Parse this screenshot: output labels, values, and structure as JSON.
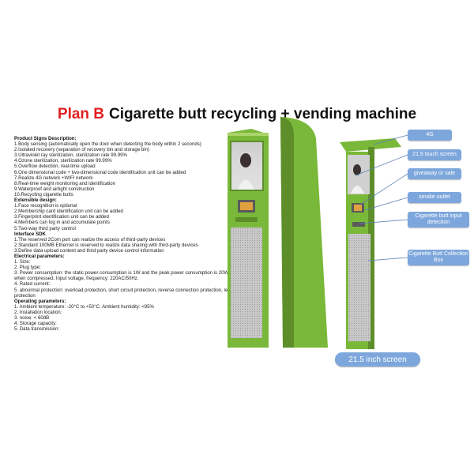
{
  "title": {
    "plan": "Plan B",
    "text": "Cigarette butt recycling + vending machine"
  },
  "specs": [
    {
      "heading": true,
      "text": "Product Signs Description:"
    },
    {
      "text": "1.Body sensing (automatically open the door when detecting the body within 2 seconds)"
    },
    {
      "text": "2.Isolated recovery (separation of recovery bin and storage bin)"
    },
    {
      "text": "3.Ultraviolet ray sterilization, sterilization rate 99.99%"
    },
    {
      "text": "4.Ozone sterilization, sterilization rate 99.99%"
    },
    {
      "text": "5.Overflow detection, real-time upload"
    },
    {
      "text": "6.One dimensional code + two-dimensional code identification unit can be added"
    },
    {
      "text": "7.Realize 4G network +WIFI network"
    },
    {
      "text": "8.Real-time weight monitoring and identification"
    },
    {
      "text": "9.Waterproof and airtight construction"
    },
    {
      "text": "10.Recycling cigarette butts"
    },
    {
      "heading": true,
      "text": "Extensible design:"
    },
    {
      "text": "1.Face recognition is optional"
    },
    {
      "text": "2.Membership card identification unit can be added"
    },
    {
      "text": "3.Fingerprint identification unit can be added"
    },
    {
      "text": "4.Members can log in and accumulate points"
    },
    {
      "text": "5.Two-way third party control"
    },
    {
      "heading": true,
      "text": "Interface SDK"
    },
    {
      "text": "1.The reserved 2Com port can realize the access of third-party devices"
    },
    {
      "text": "2.Standard 100MB Ethernet is reserved to realize data sharing with third-party devices"
    },
    {
      "text": "3.Define data upload content and third party device control information"
    },
    {
      "heading": true,
      "text": "Electrical parameters:"
    },
    {
      "text": "1. Size:"
    },
    {
      "text": "2. Plug type:"
    },
    {
      "text": "3. Power consumption: the static power consumption is 1W and the peak power consumption is 20W"
    },
    {
      "text": "when compressed. Input voltage, frequency: 220AC/50Hz."
    },
    {
      "text": "4. Rated current:"
    },
    {
      "wrap": true,
      "text": "5. abnormal protection: overload protection, short circuit protection, reverse connection protection, leakage protection"
    },
    {
      "heading": true,
      "text": "Operating parameters:"
    },
    {
      "text": "1. Ambient temperature: -20°C to +50°C. Ambient humidity: <95%"
    },
    {
      "text": "2. Installation location:"
    },
    {
      "text": "3. noise: < 60dB"
    },
    {
      "text": "4. Storage capacity:"
    },
    {
      "text": "5. Data transmission:"
    }
  ],
  "callouts": {
    "network": "4G",
    "touch_screen": "21.5 touch screen",
    "giveaway": "giveaway or sale",
    "smoke_outlet": "smoke outlet",
    "butt_input": "Cigarette butt input detection",
    "collection_box": "Cigarette Butt Collection Box",
    "screen_size": "21.5 inch screen"
  },
  "colors": {
    "title_accent": "#e02020",
    "machine_green": "#7ab83a",
    "callout_blue": "#7da7dc"
  }
}
